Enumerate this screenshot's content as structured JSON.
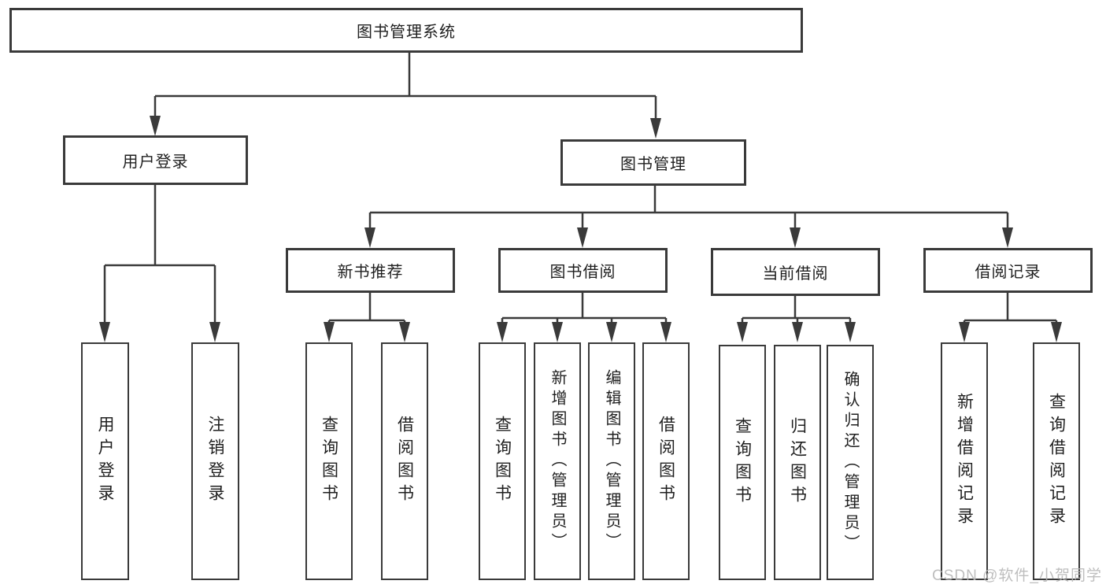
{
  "root": {
    "label": "图书管理系统"
  },
  "branches": [
    {
      "label": "用户登录"
    },
    {
      "label": "图书管理"
    }
  ],
  "modules": [
    {
      "label": "新书推荐"
    },
    {
      "label": "图书借阅"
    },
    {
      "label": "当前借阅"
    },
    {
      "label": "借阅记录"
    }
  ],
  "leaves": [
    {
      "label": "用户登录"
    },
    {
      "label": "注销登录"
    },
    {
      "label": "查询图书"
    },
    {
      "label": "借阅图书"
    },
    {
      "label": "查询图书"
    },
    {
      "label": "新增图书（管理员）"
    },
    {
      "label": "编辑图书（管理员）"
    },
    {
      "label": "借阅图书"
    },
    {
      "label": "查询图书"
    },
    {
      "label": "归还图书"
    },
    {
      "label": "确认归还（管理员）"
    },
    {
      "label": "新增借阅记录"
    },
    {
      "label": "查询借阅记录"
    }
  ],
  "watermark": {
    "text": "CSDN @软件_小贺同学"
  },
  "colors": {
    "line": "#3a3a3a",
    "box_border": "#3a3a3a",
    "text": "#1f1f1f",
    "watermark": "#b7b7b7",
    "background": "#ffffff"
  }
}
